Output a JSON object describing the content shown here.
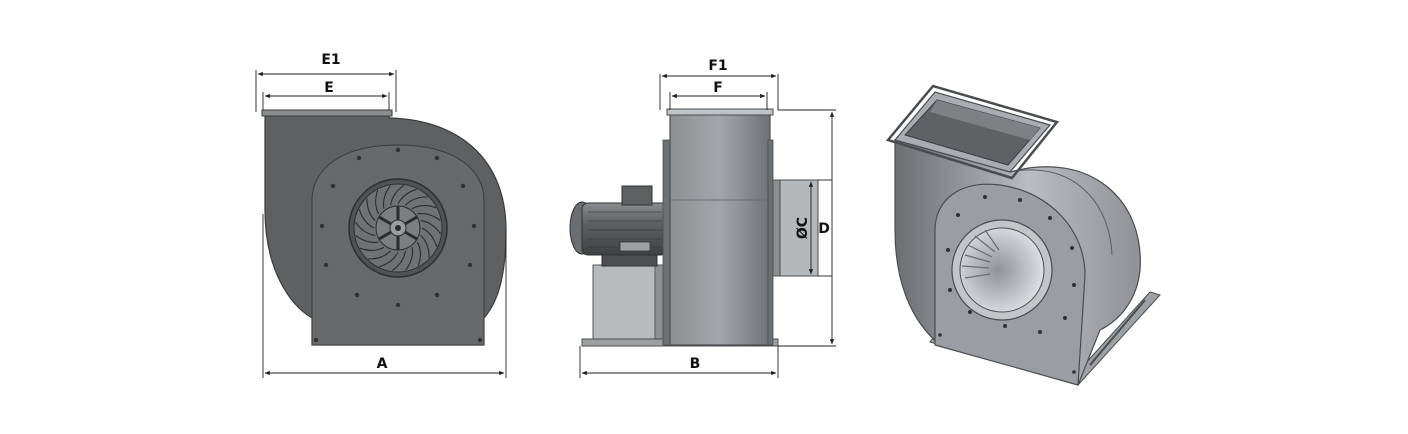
{
  "labels": {
    "e1": "E1",
    "e": "E",
    "a": "A",
    "f1": "F1",
    "f": "F",
    "b": "B",
    "oc": "ØC",
    "d": "D"
  },
  "colors": {
    "dark_body": "#5a5c5e",
    "mid_body": "#7e8184",
    "light_body": "#a9adb1",
    "steel": "#c7cacd",
    "dim_line": "#222222",
    "background": "#ffffff"
  }
}
